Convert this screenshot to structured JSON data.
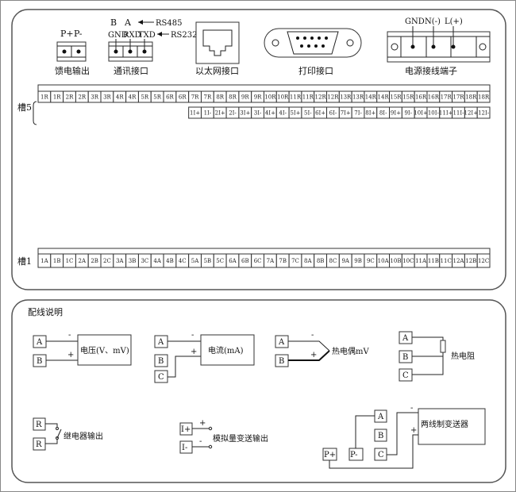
{
  "top_connectors": {
    "feed_output": {
      "pins": [
        "P+",
        "P-"
      ],
      "label": "馈电输出"
    },
    "comm": {
      "rs485_pins": [
        "B",
        "A"
      ],
      "rs485": "RS485",
      "rs232_pins": [
        "GND",
        "RXD",
        "TXD"
      ],
      "rs232": "RS232",
      "label": "通讯接口"
    },
    "ethernet": {
      "label": "以太网接口"
    },
    "printer": {
      "label": "打印接口"
    },
    "power": {
      "pins": [
        "GND",
        "N(-)",
        "L(+)"
      ],
      "label": "电源接线端子"
    }
  },
  "slot5": {
    "label": "槽5",
    "row1": [
      "1R",
      "1R",
      "2R",
      "2R",
      "3R",
      "3R",
      "4R",
      "4R",
      "5R",
      "5R",
      "6R",
      "6R",
      "7R",
      "7R",
      "8R",
      "8R",
      "9R",
      "9R",
      "10R",
      "10R",
      "11R",
      "11R",
      "12R",
      "12R",
      "13R",
      "13R",
      "14R",
      "14R",
      "15R",
      "15R",
      "16R",
      "16R",
      "17R",
      "17R",
      "18R",
      "18R"
    ],
    "row2": [
      "1I+",
      "1I-",
      "2I+",
      "2I-",
      "3I+",
      "3I-",
      "4I+",
      "4I-",
      "5I+",
      "5I-",
      "6I+",
      "6I-",
      "7I+",
      "7I-",
      "8I+",
      "8I-",
      "9I+",
      "9I-",
      "10I+",
      "10I-",
      "11I+",
      "11I-",
      "12I+",
      "12I-"
    ]
  },
  "slot1": {
    "label": "槽1",
    "row": [
      "1A",
      "1B",
      "1C",
      "2A",
      "2B",
      "2C",
      "3A",
      "3B",
      "3C",
      "4A",
      "4B",
      "4C",
      "5A",
      "5B",
      "5C",
      "6A",
      "6B",
      "6C",
      "7A",
      "7B",
      "7C",
      "8A",
      "8B",
      "8C",
      "9A",
      "9B",
      "9C",
      "10A",
      "10B",
      "10C",
      "11A",
      "11B",
      "11C",
      "12A",
      "12B",
      "12C"
    ]
  },
  "legend": {
    "title": "配线说明",
    "voltage": {
      "a": "A",
      "b": "B",
      "minus": "-",
      "plus": "+",
      "label": "电压(V、mV)"
    },
    "current": {
      "a": "A",
      "b": "B",
      "c": "C",
      "minus": "-",
      "plus": "+",
      "label": "电流(mA)"
    },
    "thermocouple": {
      "a": "A",
      "b": "B",
      "minus": "-",
      "plus": "+",
      "label": "热电偶mV"
    },
    "rtd": {
      "a": "A",
      "b": "B",
      "c": "C",
      "label": "热电阻"
    },
    "relay": {
      "r1": "R",
      "r2": "R",
      "label": "继电器输出"
    },
    "analog": {
      "ip": "I+",
      "im": "I-",
      "plus": "+",
      "minus": "-",
      "label": "模拟量变送输出"
    },
    "two_wire": {
      "a": "A",
      "b": "B",
      "c": "C",
      "pp": "P+",
      "pm": "P-",
      "minus": "-",
      "plus": "+",
      "label": "两线制变送器"
    }
  }
}
